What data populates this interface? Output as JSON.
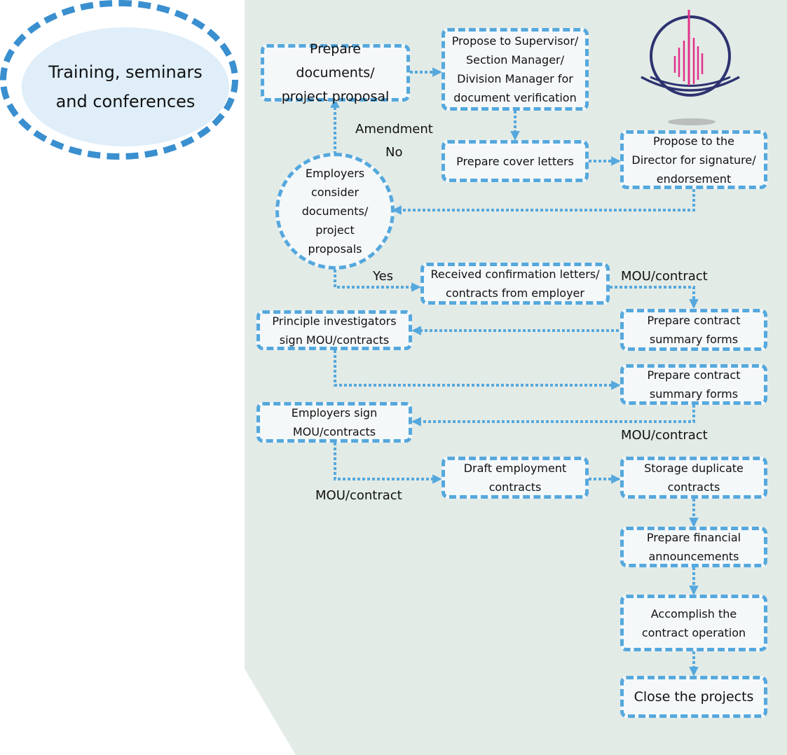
{
  "title": "Training, seminars\nand conferences",
  "colors": {
    "panel": "#e3ebe6",
    "border": "#55a8dd",
    "title_border": "#3a8fcf",
    "logo_ring": "#2d3370",
    "logo_bars": "#e0318a"
  },
  "logo": {
    "icon": "institution-logo"
  },
  "nodes": {
    "prepare_documents": "Prepare documents/\nproject proposal",
    "propose_supervisor": "Propose to Supervisor/\nSection Manager/\nDivision Manager for\ndocument verification",
    "prepare_cover_letters": "Prepare cover letters",
    "propose_director": "Propose to the\nDirector for signature/\nendorsement",
    "employers_consider": "Employers\nconsider\ndocuments/\nproject\nproposals",
    "received_confirmation": "Received confirmation letters/\ncontracts from employer",
    "prepare_summary_1": "Prepare contract\nsummary forms",
    "pi_sign": "Principle investigators\nsign MOU/contracts",
    "prepare_summary_2": "Prepare contract\nsummary forms",
    "employers_sign": "Employers sign\nMOU/contracts",
    "draft_employment": "Draft employment\ncontracts",
    "storage_duplicate": "Storage duplicate\ncontracts",
    "prepare_financial": "Prepare financial\nannouncements",
    "accomplish": "Accomplish the\ncontract operation",
    "close_projects": "Close the projects"
  },
  "labels": {
    "amendment": "Amendment",
    "no": "No",
    "yes": "Yes",
    "mou_contract_1": "MOU/contract",
    "mou_contract_2": "MOU/contract",
    "mou_contract_3": "MOU/contract"
  }
}
